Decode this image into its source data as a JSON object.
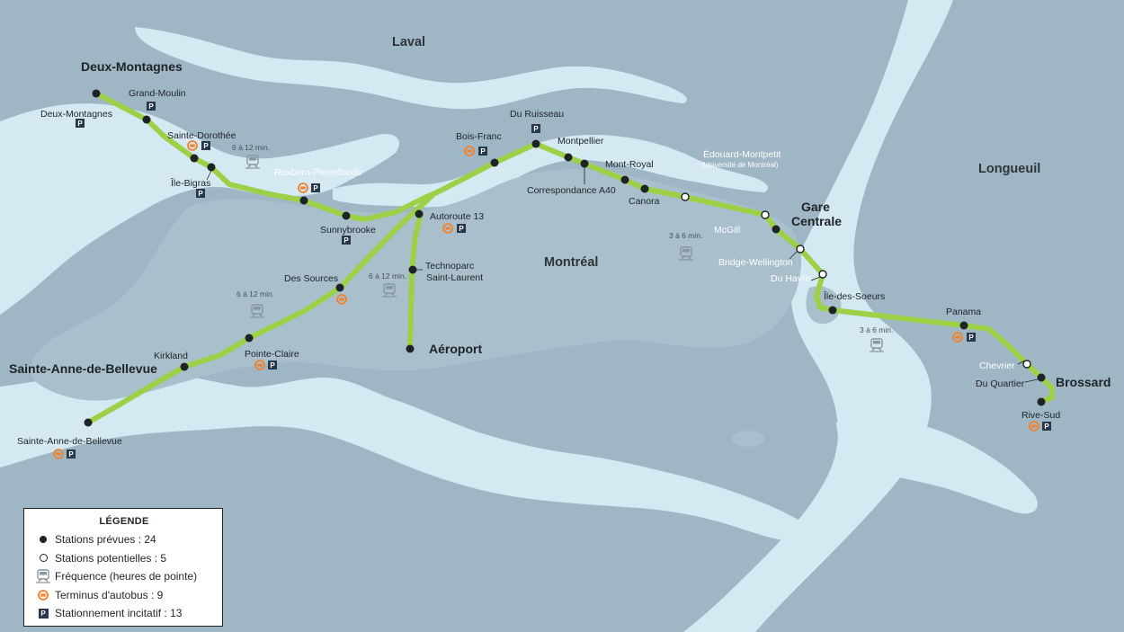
{
  "areas": {
    "laval": "Laval",
    "montreal": "Montréal",
    "longueuil": "Longueuil"
  },
  "terminals": {
    "deux_montagnes": "Deux-Montagnes",
    "sainte_anne": "Sainte-Anne-de-Bellevue",
    "aeroport": "Aéroport",
    "gare_centrale_1": "Gare",
    "gare_centrale_2": "Centrale",
    "brossard": "Brossard"
  },
  "stations": {
    "deux_montagnes": "Deux-Montagnes",
    "grand_moulin": "Grand-Moulin",
    "sainte_dorothee": "Sainte-Dorothée",
    "ile_bigras": "Île-Bigras",
    "roxboro": "Roxboro-Pierrefonds",
    "sunnybrooke": "Sunnybrooke",
    "bois_franc": "Bois-Franc",
    "du_ruisseau": "Du Ruisseau",
    "montpellier": "Montpellier",
    "correspondance_a40": "Correspondance A40",
    "mont_royal": "Mont-Royal",
    "canora": "Canora",
    "edouard_montpetit": "Édouard-Montpetit",
    "edouard_montpetit_sub": "(Université de Montréal)",
    "mcgill": "McGill",
    "bridge_wellington": "Bridge-Wellington",
    "du_havre": "Du Havre",
    "ile_des_soeurs": "Île-des-Soeurs",
    "panama": "Panama",
    "chevrier": "Chevrier",
    "du_quartier": "Du Quartier",
    "rive_sud": "Rive-Sud",
    "autoroute_13": "Autoroute 13",
    "technoparc_1": "Technoparc",
    "technoparc_2": "Saint-Laurent",
    "des_sources": "Des Sources",
    "pointe_claire": "Pointe-Claire",
    "kirkland": "Kirkland",
    "sainte_anne": "Sainte-Anne-de-Bellevue"
  },
  "frequencies": {
    "roxboro": "6 à 12 min.",
    "technoparc": "6 à 12 min.",
    "west_branch": "6 à 12 min.",
    "downtown": "3 à 6 min.",
    "south_shore": "3 à 6 min."
  },
  "legend": {
    "title": "LÉGENDE",
    "planned": "Stations prévues : 24",
    "potential": "Stations potentielles : 5",
    "frequency": "Fréquence (heures de pointe)",
    "bus": "Terminus d'autobus : 9",
    "parking": "Stationnement incitatif : 13"
  },
  "colors": {
    "water": "#d5e9f2",
    "land": "#9fb6c5",
    "line": "#9cd047",
    "station": "#1e2326",
    "bus": "#f2822a",
    "parking": "#27384a"
  },
  "icons": {
    "parking": "P"
  }
}
